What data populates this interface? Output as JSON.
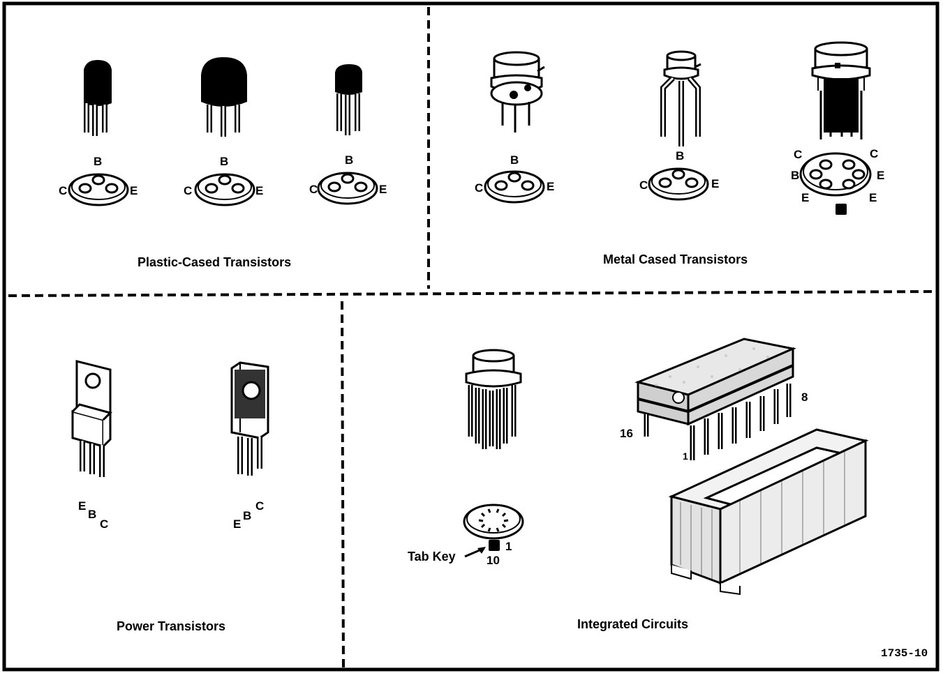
{
  "panels": {
    "plastic": {
      "title": "Plastic-Cased Transistors",
      "devices": [
        {
          "b": "B",
          "c": "C",
          "e": "E"
        },
        {
          "b": "B",
          "c": "C",
          "e": "E"
        },
        {
          "b": "B",
          "c": "C",
          "e": "E"
        }
      ]
    },
    "metal": {
      "title": "Metal Cased Transistors",
      "devices": [
        {
          "b": "B",
          "c": "C",
          "e": "E"
        },
        {
          "b": "B",
          "c": "C",
          "e": "E"
        }
      ],
      "dual": {
        "c1": "C",
        "c2": "C",
        "b": "B",
        "e_right": "E",
        "e1": "E",
        "e2": "E"
      }
    },
    "power": {
      "title": "Power Transistors",
      "devices": [
        {
          "e": "E",
          "b": "B",
          "c": "C"
        },
        {
          "e": "E",
          "b": "B",
          "c": "C"
        }
      ]
    },
    "ic": {
      "title": "Integrated Circuits",
      "tab_key_label": "Tab Key",
      "pin_one": "1",
      "pin_ten": "10",
      "dip_pin_eight": "8",
      "dip_pin_sixteen": "16",
      "dip_pin_one": "1"
    }
  },
  "figure_number": "1735-10"
}
